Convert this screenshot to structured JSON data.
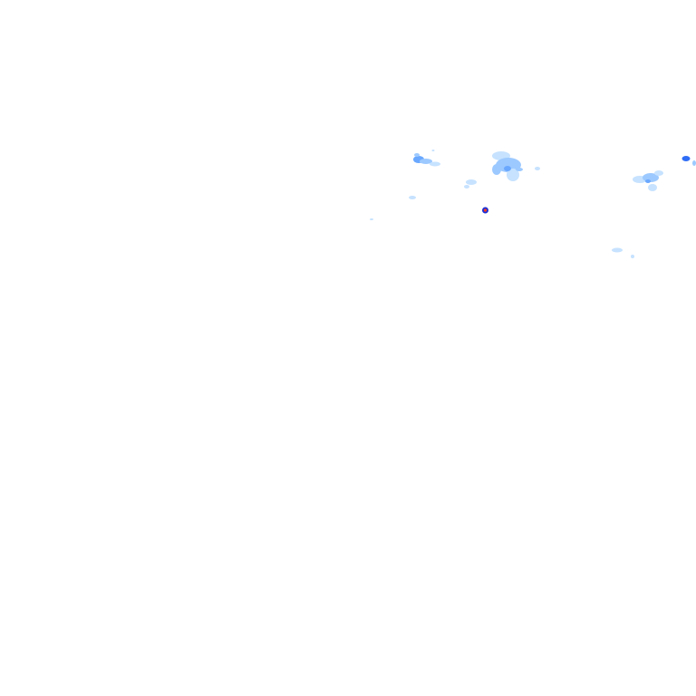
{
  "map": {
    "layer": "rain-radar-overlay",
    "background": "transparent",
    "intensity_colors": {
      "very_light": "#c6e2ff",
      "light": "#9cc9ff",
      "moderate": "#6aa8ff",
      "heavy": "#2f6df6",
      "very_heavy": "#1a2fd6",
      "extreme": "#ff3b1f"
    },
    "echo_cells": [
      {
        "name": "echo-cell-a",
        "intensity": "moderate"
      },
      {
        "name": "echo-cell-b",
        "intensity": "light"
      },
      {
        "name": "echo-cell-c",
        "intensity": "light"
      },
      {
        "name": "echo-cell-d",
        "intensity": "very_light"
      },
      {
        "name": "echo-cell-e",
        "intensity": "very_light"
      },
      {
        "name": "echo-cell-f",
        "intensity": "extreme"
      },
      {
        "name": "echo-cell-g",
        "intensity": "light"
      },
      {
        "name": "echo-cell-h",
        "intensity": "heavy"
      },
      {
        "name": "echo-cell-i",
        "intensity": "very_light"
      }
    ]
  }
}
